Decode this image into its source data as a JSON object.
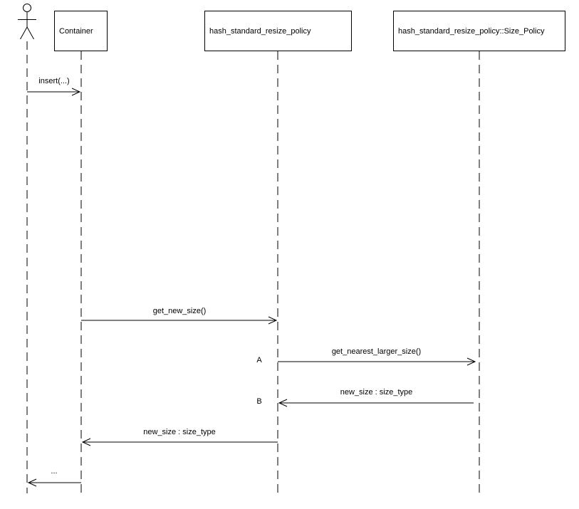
{
  "diagram": {
    "type": "uml-sequence-diagram",
    "colors": {
      "line": "#000000",
      "background": "#ffffff"
    },
    "actor": {
      "role": "actor"
    },
    "lifelines": [
      {
        "label": "Container"
      },
      {
        "label": "hash_standard_resize_policy"
      },
      {
        "label": "hash_standard_resize_policy::Size_Policy"
      }
    ],
    "messages": [
      {
        "label": "insert(...)",
        "from": "actor",
        "to": "Container"
      },
      {
        "label": "get_new_size()",
        "from": "Container",
        "to": "hash_standard_resize_policy"
      },
      {
        "label": "get_nearest_larger_size()",
        "from": "hash_standard_resize_policy",
        "to": "hash_standard_resize_policy::Size_Policy",
        "marker": "A"
      },
      {
        "label": "new_size : size_type",
        "from": "hash_standard_resize_policy::Size_Policy",
        "to": "hash_standard_resize_policy",
        "marker": "B"
      },
      {
        "label": "new_size : size_type",
        "from": "hash_standard_resize_policy",
        "to": "Container"
      },
      {
        "label": "...",
        "from": "Container",
        "to": "actor"
      }
    ]
  }
}
